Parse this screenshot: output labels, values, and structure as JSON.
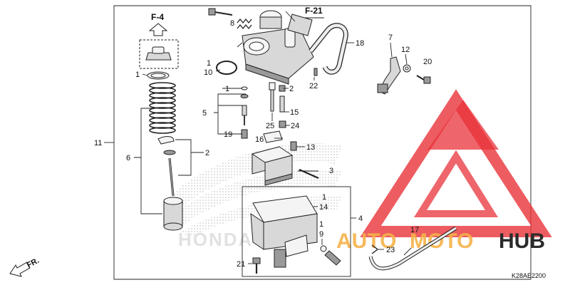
{
  "refs": {
    "ref_top_left": "F-4",
    "ref_top_right": "F-21",
    "direction": "FR."
  },
  "diagram_code": "K28AE2200",
  "watermark": {
    "brand_auto": "AUTO",
    "brand_moto": "MOTO",
    "brand_hub": "HUB",
    "colors": {
      "red": "#e8333a",
      "orange": "#f7b24a",
      "dark": "#2b2b2b"
    }
  },
  "callouts": {
    "c1a": "1",
    "c1b": "1",
    "c1c": "1",
    "c1d": "1",
    "c1e": "1",
    "c2a": "2",
    "c2b": "2",
    "c3": "3",
    "c4": "4",
    "c5": "5",
    "c6": "6",
    "c7": "7",
    "c8": "8",
    "c9": "9",
    "c10": "10",
    "c11": "11",
    "c12": "12",
    "c13": "13",
    "c14": "14",
    "c15": "15",
    "c16": "16",
    "c17": "17",
    "c18": "18",
    "c19": "19",
    "c20": "20",
    "c21": "21",
    "c22": "22",
    "c23": "23",
    "c24": "24",
    "c25": "25"
  }
}
